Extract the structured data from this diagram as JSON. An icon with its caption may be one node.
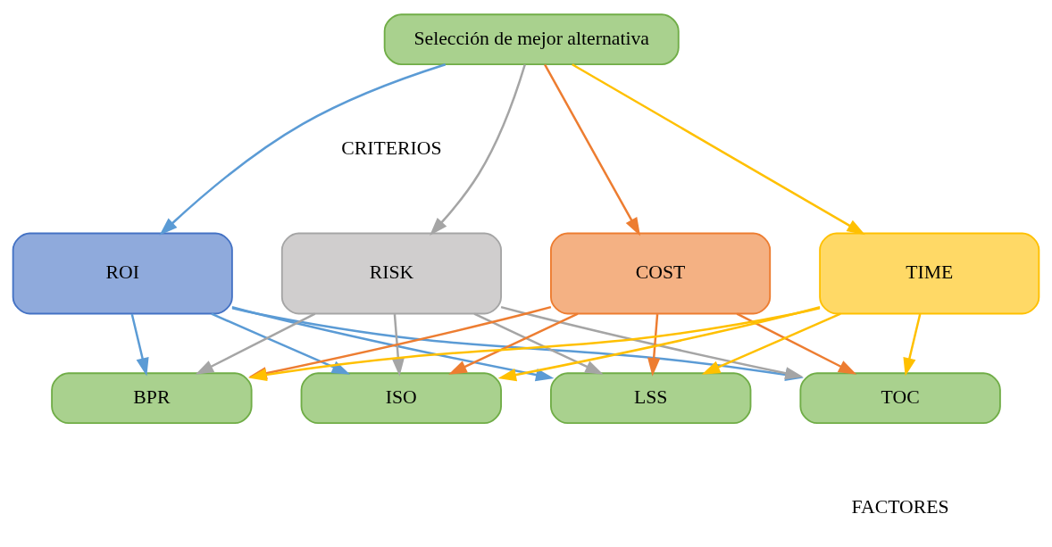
{
  "diagram": {
    "nodes": [
      {
        "text": [
          "Selección de mejor alternativa"
        ]
      },
      {
        "text": [
          "ROI"
        ]
      },
      {
        "text": [
          "RISK"
        ]
      },
      {
        "text": [
          "COST"
        ]
      },
      {
        "text": [
          "TIME"
        ]
      },
      {
        "text": [
          "LSS"
        ]
      },
      {
        "text": [
          "TOC"
        ]
      },
      {
        "text": [
          "BPR"
        ]
      },
      {
        "text": [
          "ISO"
        ]
      }
    ],
    "edges": [
      {
        "from": 0,
        "to": 1,
        "arrow": "to",
        "color": "#5b9bd5"
      },
      {
        "from": 0,
        "to": 2,
        "arrow": "to",
        "color": "#a5a5a5"
      },
      {
        "from": 0,
        "to": 3,
        "arrow": "to",
        "color": "#ed7d31"
      },
      {
        "from": 0,
        "to": 4,
        "arrow": "to",
        "color": "#ffc000"
      },
      {
        "from": 1,
        "to": 5,
        "arrow": "to",
        "color": "#5b9bd5"
      },
      {
        "from": 1,
        "to": 6,
        "arrow": "to",
        "color": "#5b9bd5"
      },
      {
        "from": 1,
        "to": 7,
        "arrow": "to",
        "color": "#5b9bd5"
      },
      {
        "from": 1,
        "to": 8,
        "arrow": "to",
        "color": "#5b9bd5"
      },
      {
        "from": 2,
        "to": 5,
        "arrow": "to",
        "color": "#a5a5a5"
      },
      {
        "from": 2,
        "to": 6,
        "arrow": "to",
        "color": "#a5a5a5"
      },
      {
        "from": 2,
        "to": 7,
        "arrow": "to",
        "color": "#a5a5a5"
      },
      {
        "from": 2,
        "to": 8,
        "arrow": "to",
        "color": "#a5a5a5"
      },
      {
        "from": 3,
        "to": 5,
        "arrow": "to",
        "color": "#ed7d31"
      },
      {
        "from": 3,
        "to": 6,
        "arrow": "to",
        "color": "#ed7d31"
      },
      {
        "from": 3,
        "to": 7,
        "arrow": "to",
        "color": "#ed7d31"
      },
      {
        "from": 3,
        "to": 8,
        "arrow": "to",
        "color": "#ed7d31"
      },
      {
        "from": 4,
        "to": 5,
        "arrow": "to",
        "color": "#ffc000"
      },
      {
        "from": 4,
        "to": 6,
        "arrow": "to",
        "color": "#ffc000"
      },
      {
        "from": 4,
        "to": 7,
        "arrow": "to",
        "color": "#ffc000"
      },
      {
        "from": 4,
        "to": 8,
        "arrow": "to",
        "color": "#ffc000"
      }
    ],
    "labels": [
      "CRITERIOS",
      "FACTORES"
    ]
  }
}
